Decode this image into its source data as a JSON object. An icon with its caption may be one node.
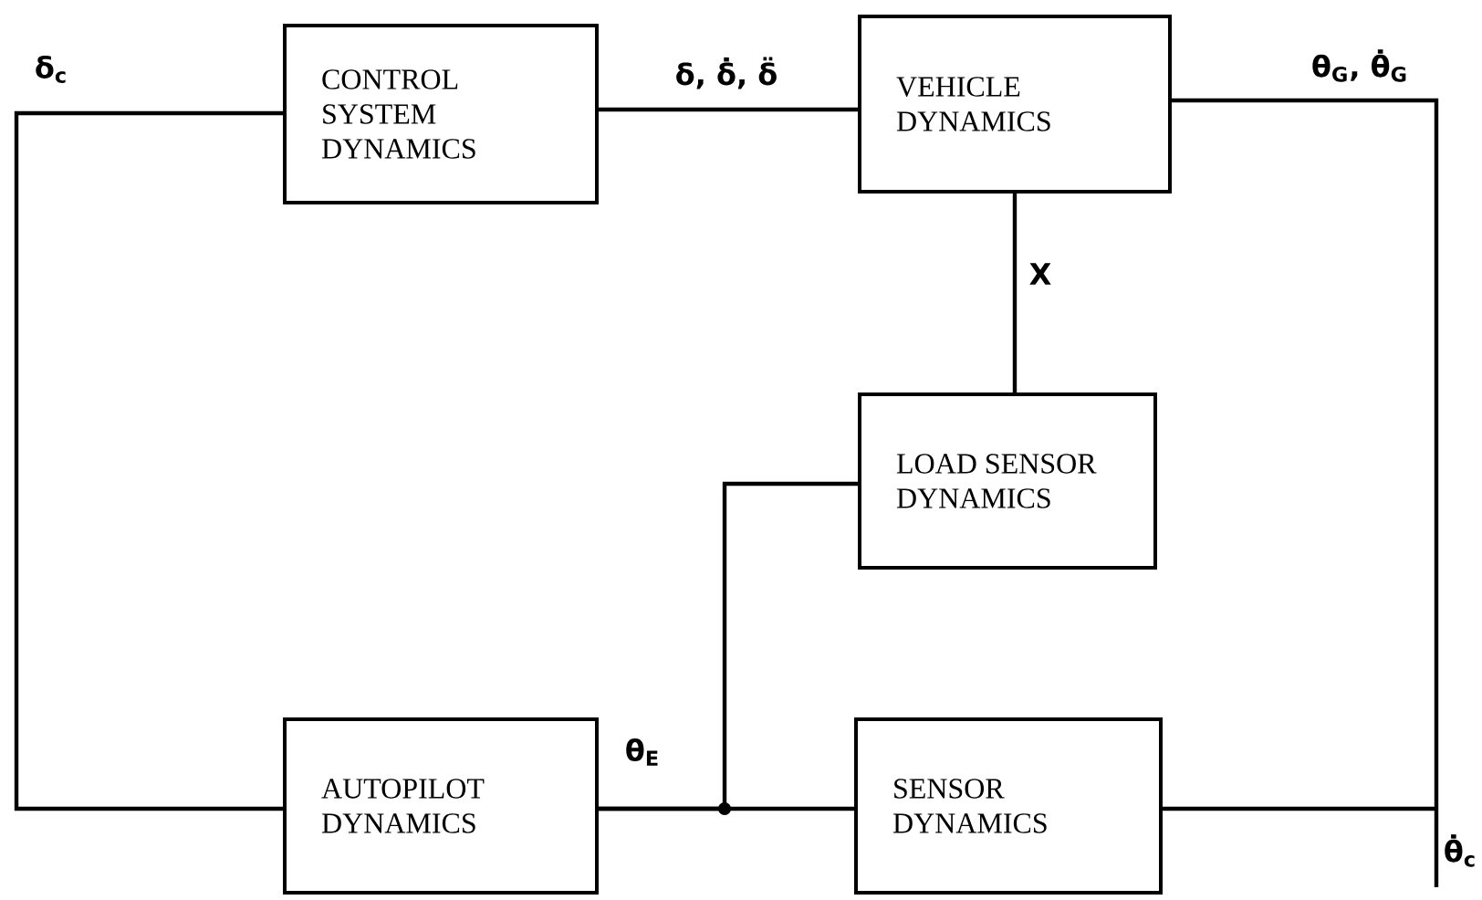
{
  "diagram": {
    "nodes": [
      {
        "text": [
          "CONTROL SYSTEM DYNAMICS"
        ]
      },
      {
        "text": [
          "VEHICLE DYNAMICS"
        ]
      },
      {
        "text": [
          "LOAD SENSOR DYNAMICS"
        ]
      },
      {
        "text": [
          "AUTOPILOT DYNAMICS"
        ]
      },
      {
        "text": [
          "SENSOR DYNAMICS"
        ]
      }
    ],
    "edges": [
      {
        "from": 3,
        "to": 0,
        "arrow": "none",
        "label": "δ$_{c}$"
      },
      {
        "from": 0,
        "to": 1,
        "arrow": "none",
        "label": "δ, δ̇, δ̈"
      },
      {
        "from": 1,
        "to": 2,
        "arrow": "none",
        "label": "X"
      },
      {
        "from": 1,
        "to": 4,
        "arrow": "none",
        "label": "θ$_{G}$, θ̇$_{G}$"
      },
      {
        "from": 4,
        "to": 3,
        "arrow": "none",
        "label": "θ$_{E}$"
      },
      {
        "from": 2,
        "to": 3,
        "arrow": "none"
      }
    ],
    "labels": [
      "θ̇$_{c}$"
    ]
  }
}
